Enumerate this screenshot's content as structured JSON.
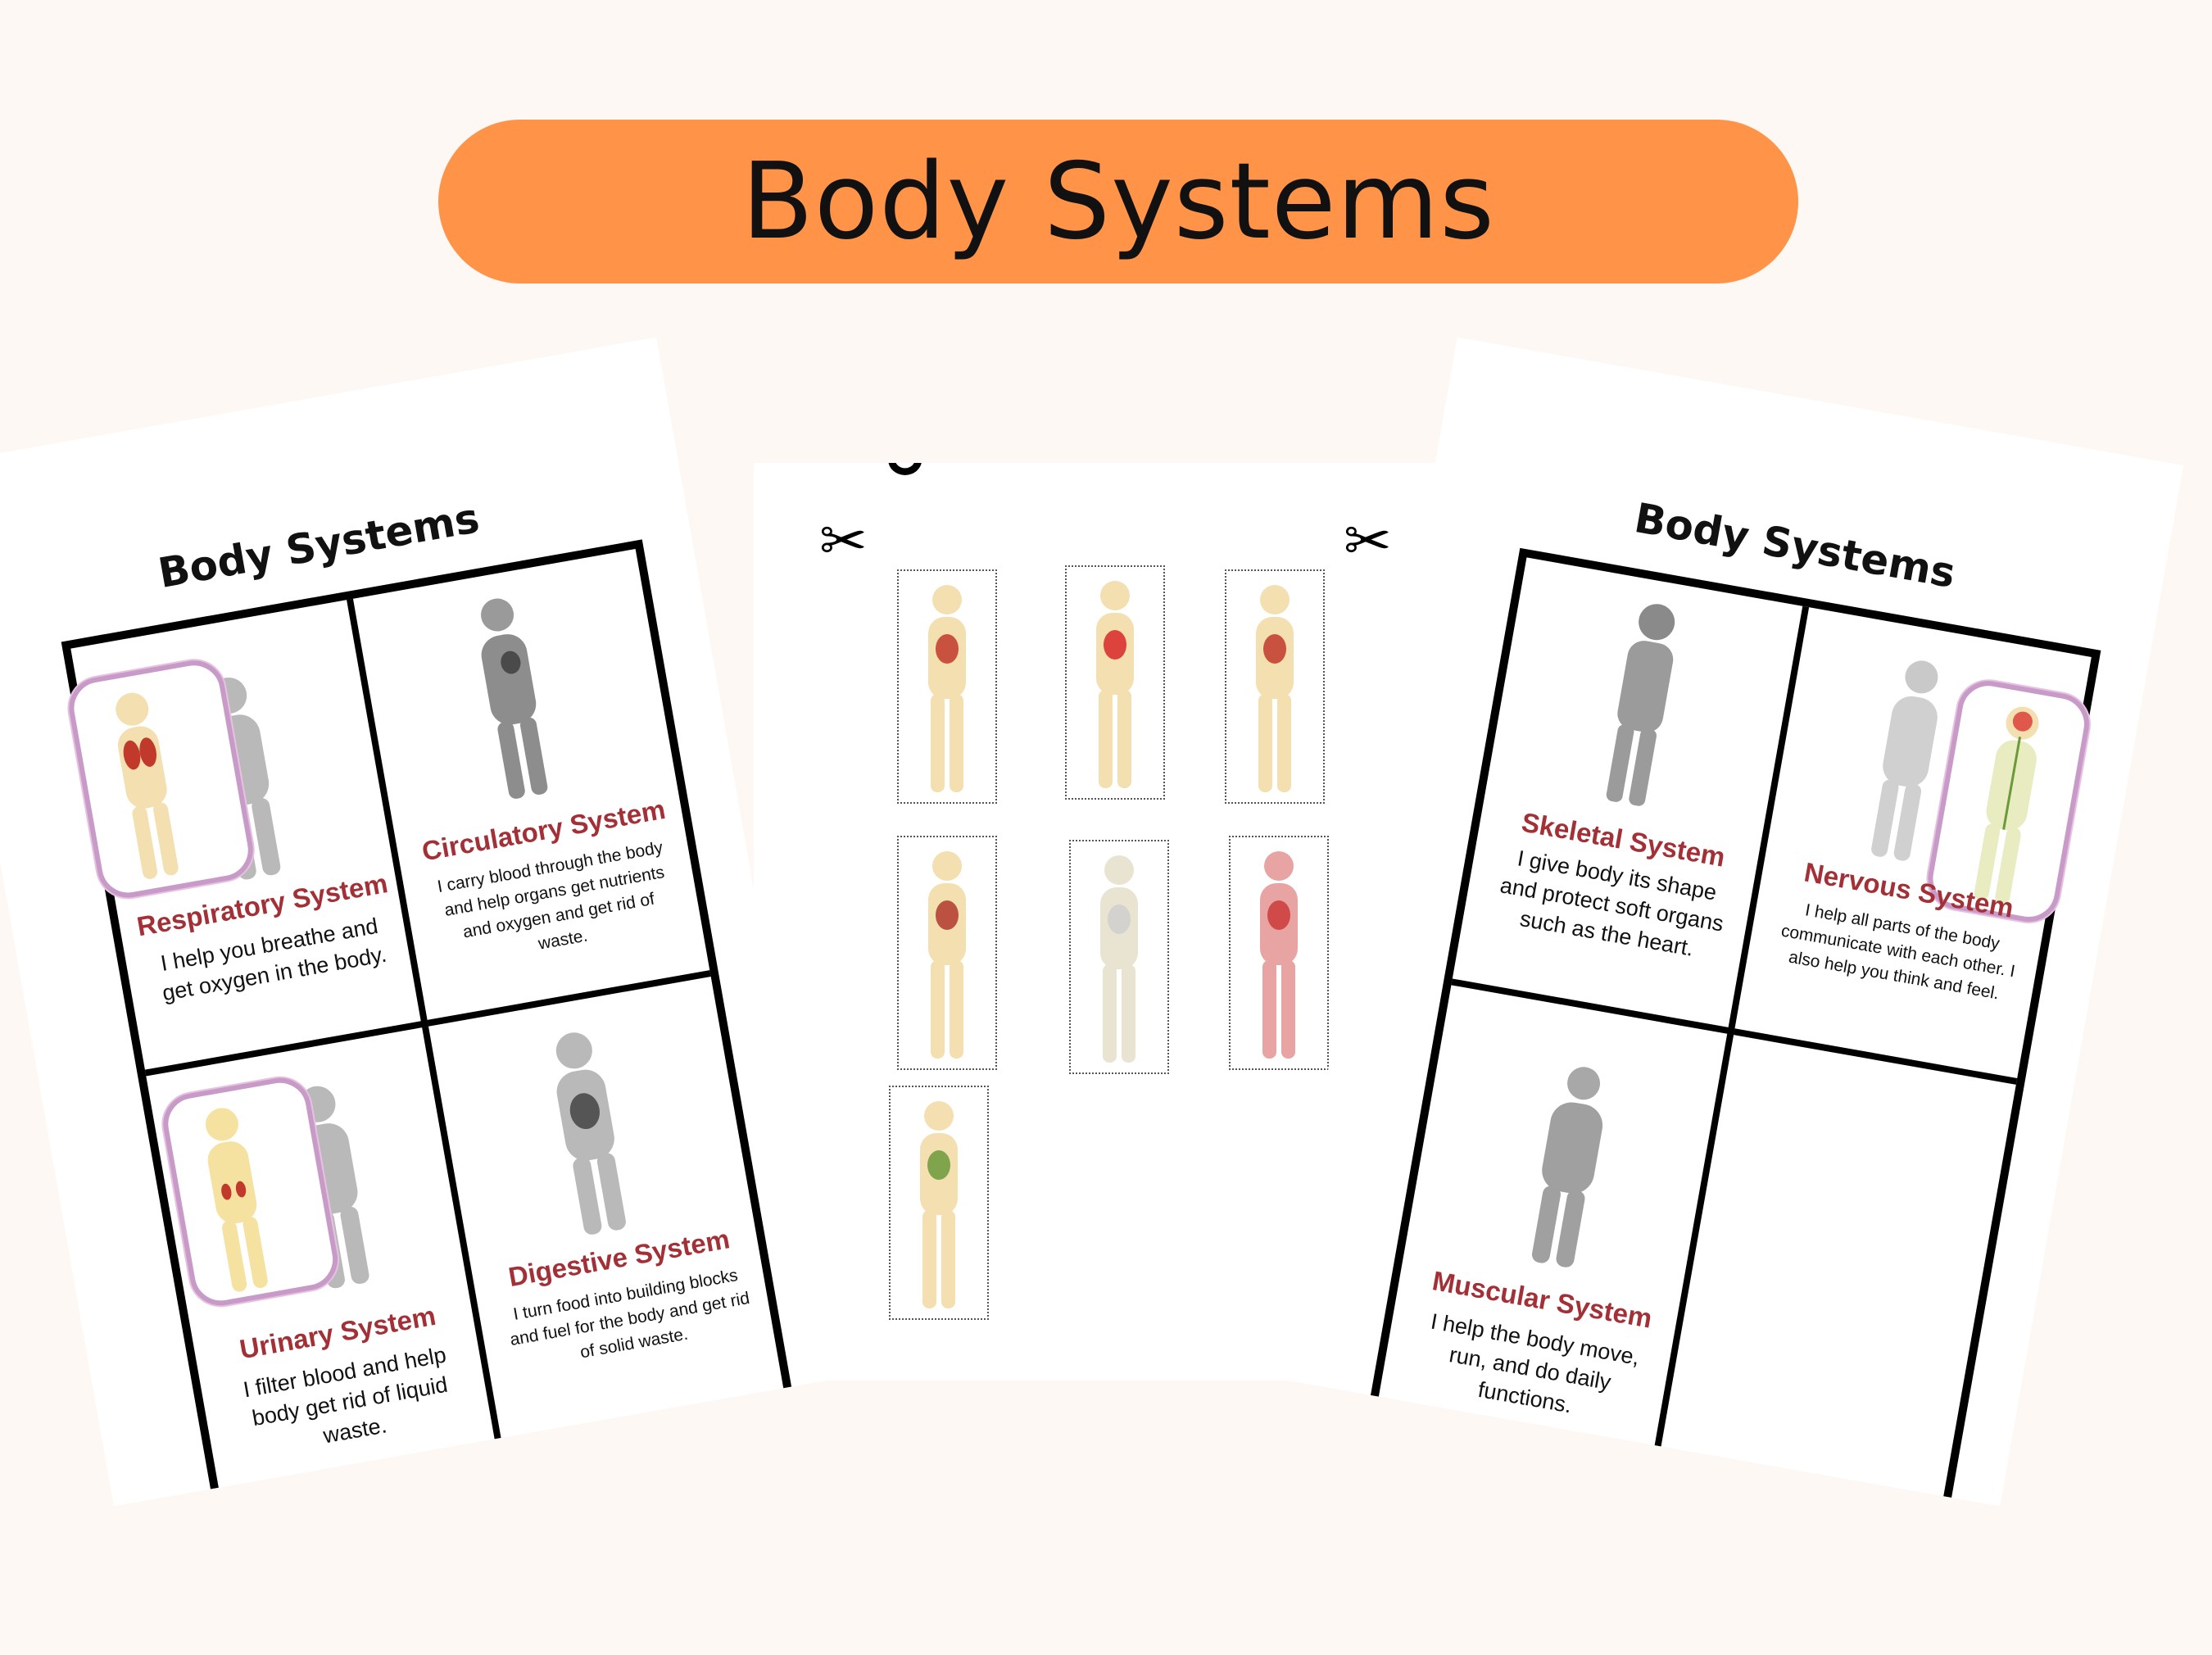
{
  "banner": {
    "title": "Body Systems"
  },
  "left_sheet": {
    "title": "Body Systems",
    "cells": [
      {
        "name": "Respiratory System",
        "desc": "I help you breathe and get oxygen in the body."
      },
      {
        "name": "Circulatory System",
        "desc": "I carry blood through the body and help organs get nutrients and oxygen and get rid of waste."
      },
      {
        "name": "Urinary System",
        "desc": "I filter blood and help body get rid of liquid waste."
      },
      {
        "name": "Digestive System",
        "desc": "I turn food into building blocks and fuel for the body and get rid of solid waste."
      }
    ]
  },
  "right_sheet": {
    "title": "Body Systems",
    "cells": [
      {
        "name": "Skeletal System",
        "desc": "I give body its shape and protect soft organs such as the heart."
      },
      {
        "name": "Nervous System",
        "desc": "I help all parts of the body communicate with each other. I also help you think and feel."
      },
      {
        "name": "Muscular System",
        "desc": "I help the body move, run, and do daily functions."
      }
    ]
  },
  "cut_cards": [
    {
      "system": "respiratory",
      "accent": "#c0392b"
    },
    {
      "system": "circulatory",
      "accent": "#d62828"
    },
    {
      "system": "urinary",
      "accent": "#c0392b"
    },
    {
      "system": "digestive",
      "accent": "#b03a2e"
    },
    {
      "system": "skeletal",
      "accent": "#cfcfcf"
    },
    {
      "system": "muscular",
      "accent": "#cc3b3b"
    },
    {
      "system": "nervous",
      "accent": "#6b9a3a"
    }
  ],
  "colors": {
    "banner": "#ff9348",
    "label": "#a33036",
    "skin": "#f3dfb0"
  }
}
